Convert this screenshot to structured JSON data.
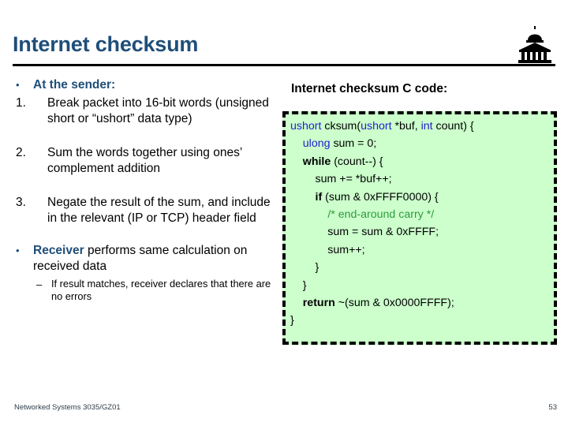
{
  "slide": {
    "title": "Internet checksum",
    "logo_icon": "ucl-portico-dome-icon"
  },
  "left_column": {
    "headline_bullet": {
      "marker": "•",
      "text": "At the sender:"
    },
    "numbered_items": [
      {
        "marker": "1.",
        "text": "Break packet into 16-bit words (unsigned short or “ushort” data type)"
      },
      {
        "marker": "2.",
        "text": "Sum the words together using ones’ complement addition"
      },
      {
        "marker": "3.",
        "text": "Negate the result of the sum, and include in the relevant (IP or TCP) header field"
      }
    ],
    "receiver_bullet": {
      "marker": "•",
      "emphasis": "Receiver",
      "text": " performs same calculation on received data"
    },
    "sub_bullet": {
      "marker": "–",
      "text": "If result matches, receiver declares that there are no errors"
    }
  },
  "right_column": {
    "code_header": "Internet checksum C code:",
    "code_lines": [
      [
        {
          "t": "ushort",
          "s": "type"
        },
        {
          "t": " cksum(",
          "s": "plain"
        },
        {
          "t": "ushort",
          "s": "type"
        },
        {
          "t": " *buf, ",
          "s": "plain"
        },
        {
          "t": "int",
          "s": "type"
        },
        {
          "t": " count) {",
          "s": "plain"
        }
      ],
      [
        {
          "t": "    ",
          "s": "plain"
        },
        {
          "t": "ulong",
          "s": "type"
        },
        {
          "t": " sum = 0;",
          "s": "plain"
        }
      ],
      [
        {
          "t": "    ",
          "s": "plain"
        },
        {
          "t": "while",
          "s": "bold"
        },
        {
          "t": " (count--) {",
          "s": "plain"
        }
      ],
      [
        {
          "t": "        sum += *buf++;",
          "s": "plain"
        }
      ],
      [
        {
          "t": "        ",
          "s": "plain"
        },
        {
          "t": "if",
          "s": "bold"
        },
        {
          "t": " (sum & 0xFFFF0000) {",
          "s": "plain"
        }
      ],
      [
        {
          "t": "            ",
          "s": "plain"
        },
        {
          "t": "/* end-around carry */",
          "s": "comment"
        }
      ],
      [
        {
          "t": "            sum = sum & 0xFFFF;",
          "s": "plain"
        }
      ],
      [
        {
          "t": "            sum++;",
          "s": "plain"
        }
      ],
      [
        {
          "t": "        }",
          "s": "plain"
        }
      ],
      [
        {
          "t": "    }",
          "s": "plain"
        }
      ],
      [
        {
          "t": "    ",
          "s": "plain"
        },
        {
          "t": "return",
          "s": "bold"
        },
        {
          "t": " ~(sum & 0x0000FFFF);",
          "s": "plain"
        }
      ],
      [
        {
          "t": "}",
          "s": "plain"
        }
      ]
    ]
  },
  "footer": {
    "course": "Networked Systems 3035/GZ01",
    "page_number": "53"
  },
  "colors": {
    "title_blue": "#1F4E79",
    "code_bg": "#CCFFCC",
    "code_border": "#000000",
    "keyword_blue": "#1F1FCC",
    "comment_green": "#2E9B3C",
    "footer_text": "#2E3C48"
  }
}
